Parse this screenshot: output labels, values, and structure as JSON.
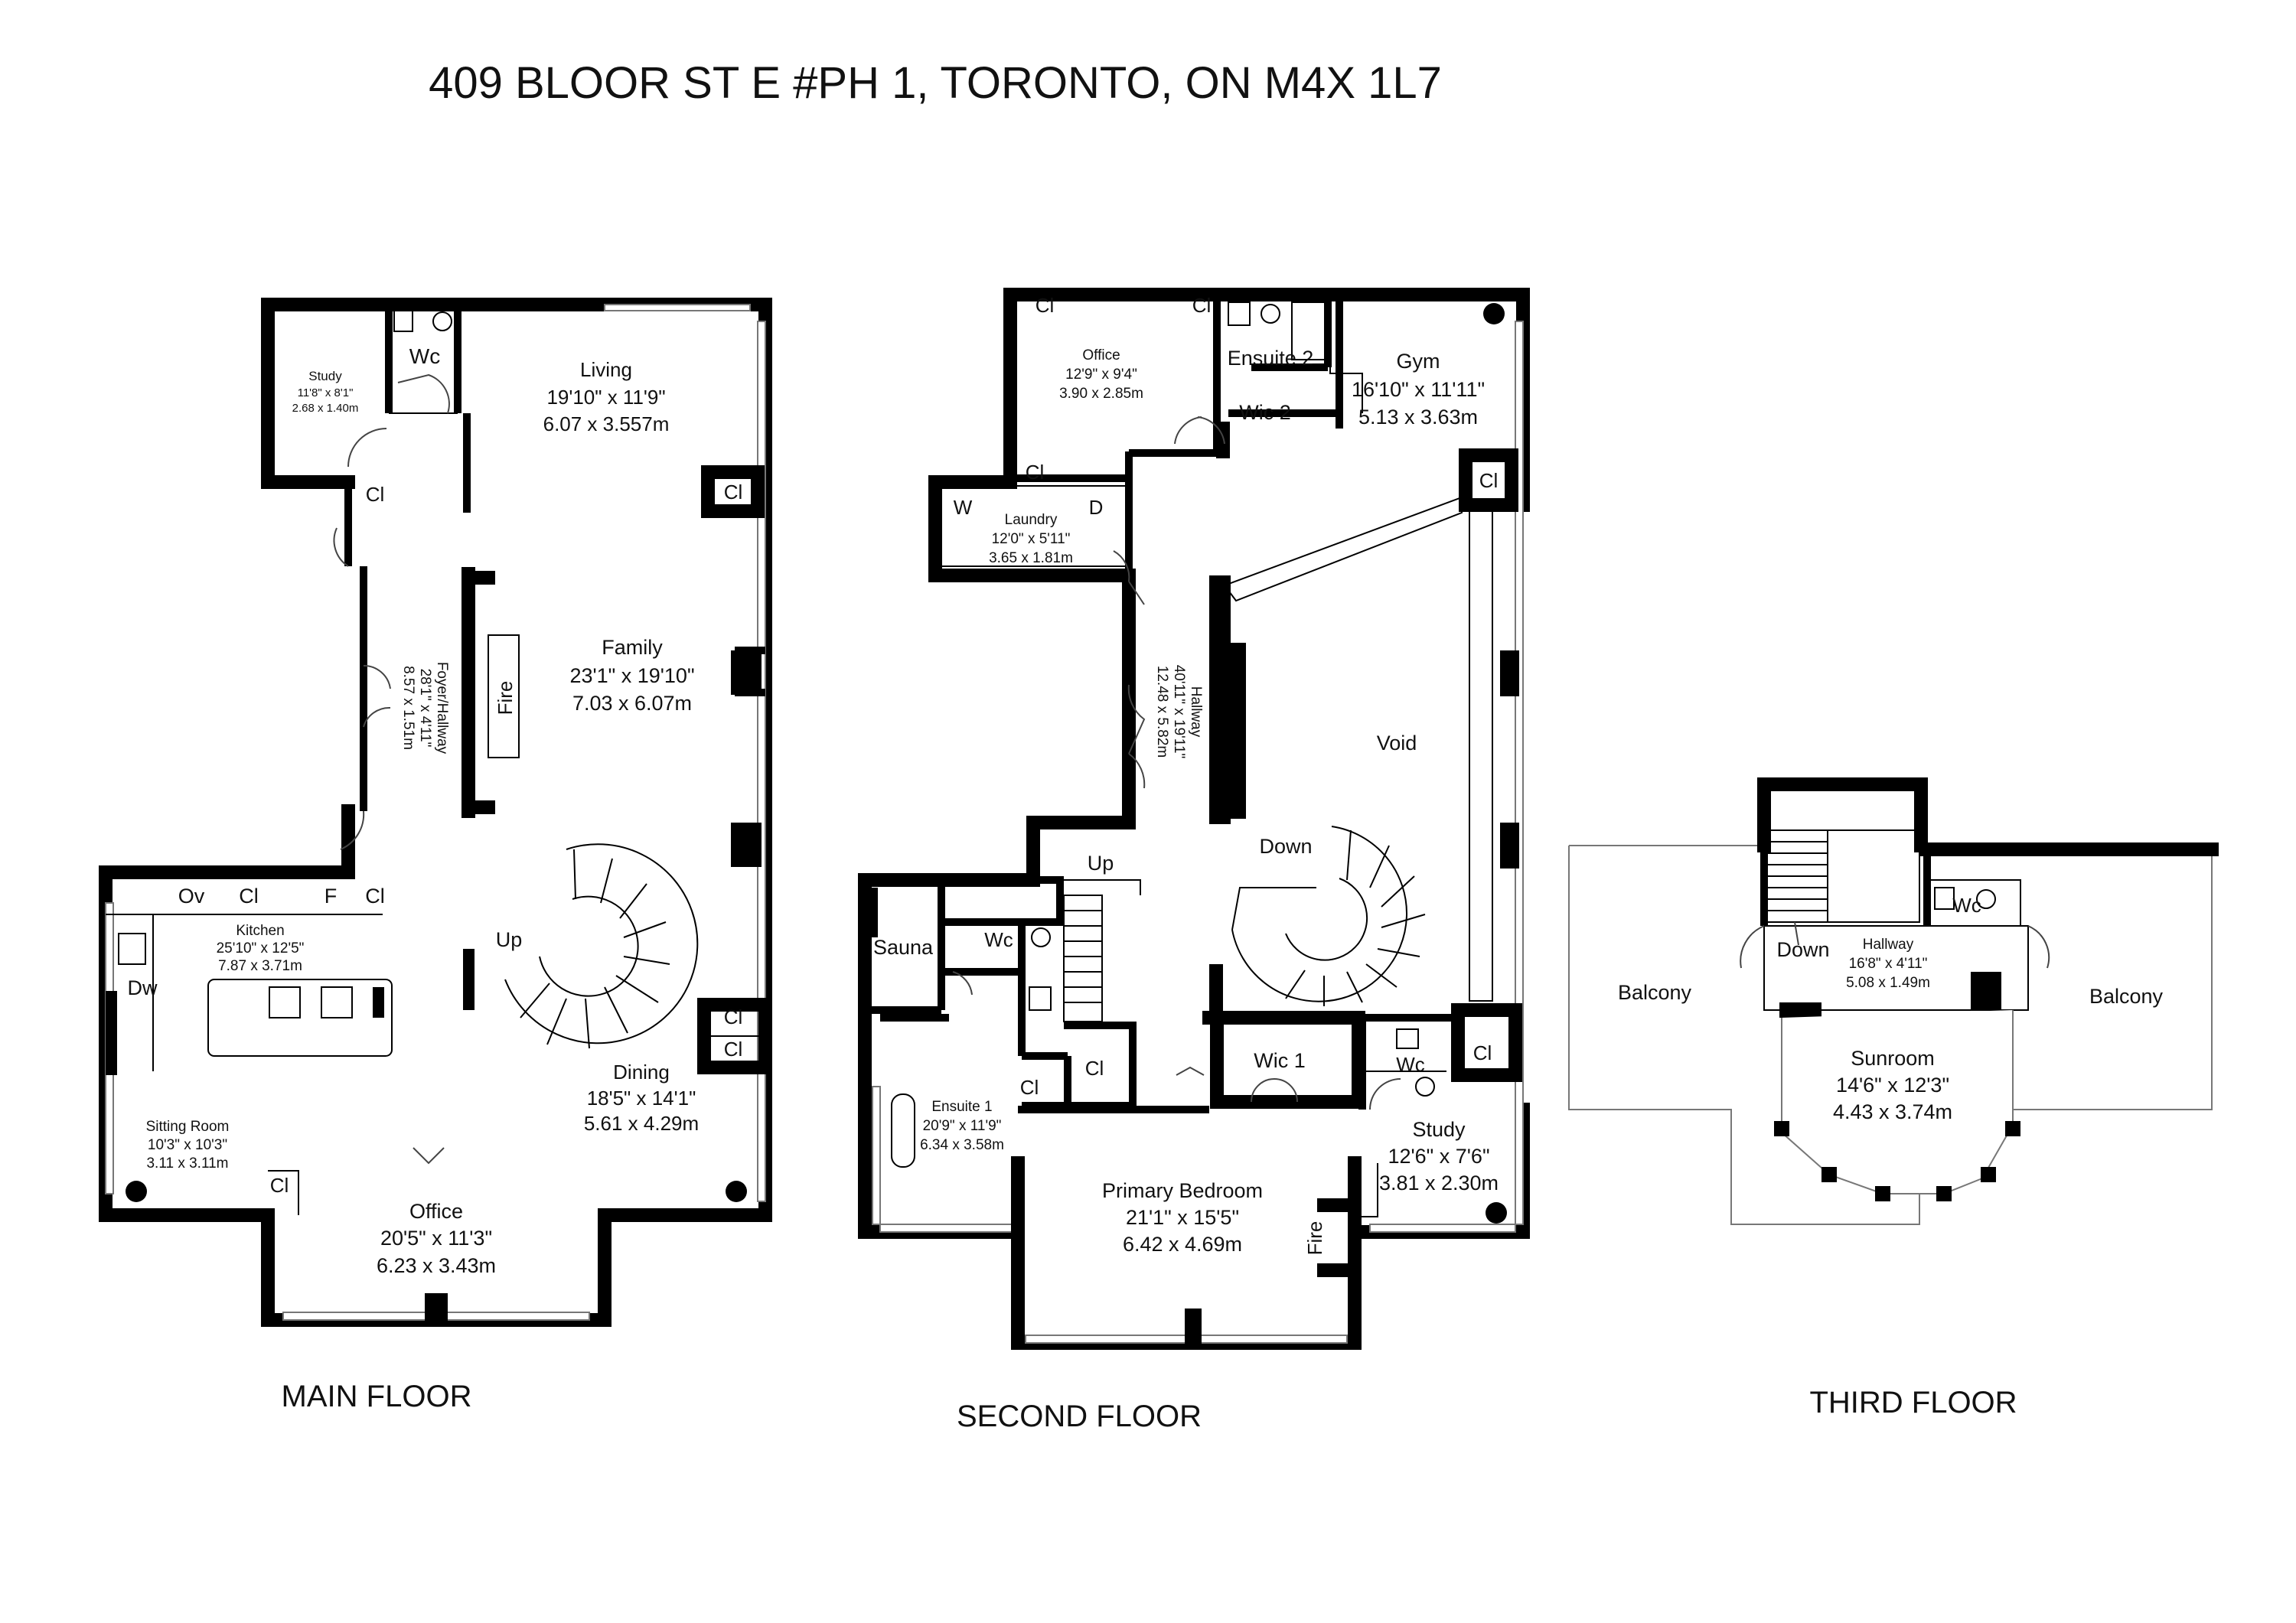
{
  "title": "409 BLOOR ST E #PH 1, TORONTO, ON M4X 1L7",
  "floors": {
    "main": "MAIN FLOOR",
    "second": "SECOND FLOOR",
    "third": "THIRD FLOOR"
  },
  "rooms": {
    "study_main": {
      "name": "Study",
      "imp": "11'8\" x 8'1\"",
      "met": "2.68 x 1.40m"
    },
    "wc_main": {
      "name": "Wc"
    },
    "living": {
      "name": "Living",
      "imp": "19'10\" x 11'9\"",
      "met": "6.07 x 3.557m"
    },
    "cl_main_1": {
      "name": "Cl"
    },
    "cl_main_2": {
      "name": "Cl"
    },
    "foyer": {
      "name": "Foyer/Hallway",
      "imp": "28'1\" x 4'11\"",
      "met": "8.57 x 1.51m"
    },
    "fire_main": {
      "name": "Fire"
    },
    "family": {
      "name": "Family",
      "imp": "23'1\" x 19'10\"",
      "met": "7.03 x 6.07m"
    },
    "kitchen": {
      "name": "Kitchen",
      "imp": "25'10\" x 12'5\"",
      "met": "7.87 x 3.71m"
    },
    "ov": {
      "name": "Ov"
    },
    "cl_k1": {
      "name": "Cl"
    },
    "f": {
      "name": "F"
    },
    "cl_k2": {
      "name": "Cl"
    },
    "dw": {
      "name": "Dw"
    },
    "up_main": {
      "name": "Up"
    },
    "cl_m3": {
      "name": "Cl"
    },
    "cl_m4": {
      "name": "Cl"
    },
    "dining": {
      "name": "Dining",
      "imp": "18'5\" x 14'1\"",
      "met": "5.61 x 4.29m"
    },
    "sitting": {
      "name": "Sitting Room",
      "imp": "10'3\" x 10'3\"",
      "met": "3.11 x 3.11m"
    },
    "cl_m5": {
      "name": "Cl"
    },
    "office_main": {
      "name": "Office",
      "imp": "20'5\" x 11'3\"",
      "met": "6.23 x 3.43m"
    },
    "cl_s1": {
      "name": "Cl"
    },
    "cl_s2": {
      "name": "Cl"
    },
    "office_2": {
      "name": "Office",
      "imp": "12'9\" x 9'4\"",
      "met": "3.90 x 2.85m"
    },
    "ensuite2": {
      "name": "Ensuite 2"
    },
    "wic2": {
      "name": "Wic 2"
    },
    "gym": {
      "name": "Gym",
      "imp": "16'10\" x 11'11\"",
      "met": "5.13 x 3.63m"
    },
    "cl_s3": {
      "name": "Cl"
    },
    "cl_s4": {
      "name": "Cl"
    },
    "w": {
      "name": "W"
    },
    "d": {
      "name": "D"
    },
    "laundry": {
      "name": "Laundry",
      "imp": "12'0\" x 5'11\"",
      "met": "3.65 x 1.81m"
    },
    "hallway_2": {
      "name": "Hallway",
      "imp": "40'11\" x 19'11\"",
      "met": "12.48 x 5.82m"
    },
    "void": {
      "name": "Void"
    },
    "up_2": {
      "name": "Up"
    },
    "down_2": {
      "name": "Down"
    },
    "sauna": {
      "name": "Sauna"
    },
    "wc_2a": {
      "name": "Wc"
    },
    "cl_s5": {
      "name": "Cl"
    },
    "cl_s6": {
      "name": "Cl"
    },
    "wic1": {
      "name": "Wic 1"
    },
    "wc_2b": {
      "name": "Wc"
    },
    "cl_s7": {
      "name": "Cl"
    },
    "ensuite1": {
      "name": "Ensuite 1",
      "imp": "20'9\" x 11'9\"",
      "met": "6.34 x 3.58m"
    },
    "primary": {
      "name": "Primary Bedroom",
      "imp": "21'1\" x 15'5\"",
      "met": "6.42 x 4.69m"
    },
    "study_2": {
      "name": "Study",
      "imp": "12'6\" x 7'6\"",
      "met": "3.81 x 2.30m"
    },
    "fire_2": {
      "name": "Fire"
    },
    "down_3": {
      "name": "Down"
    },
    "hallway_3": {
      "name": "Hallway",
      "imp": "16'8\" x 4'11\"",
      "met": "5.08 x 1.49m"
    },
    "wc_3": {
      "name": "Wc"
    },
    "balcony_l": {
      "name": "Balcony"
    },
    "balcony_r": {
      "name": "Balcony"
    },
    "sunroom": {
      "name": "Sunroom",
      "imp": "14'6\" x 12'3\"",
      "met": "4.43 x 3.74m"
    }
  }
}
